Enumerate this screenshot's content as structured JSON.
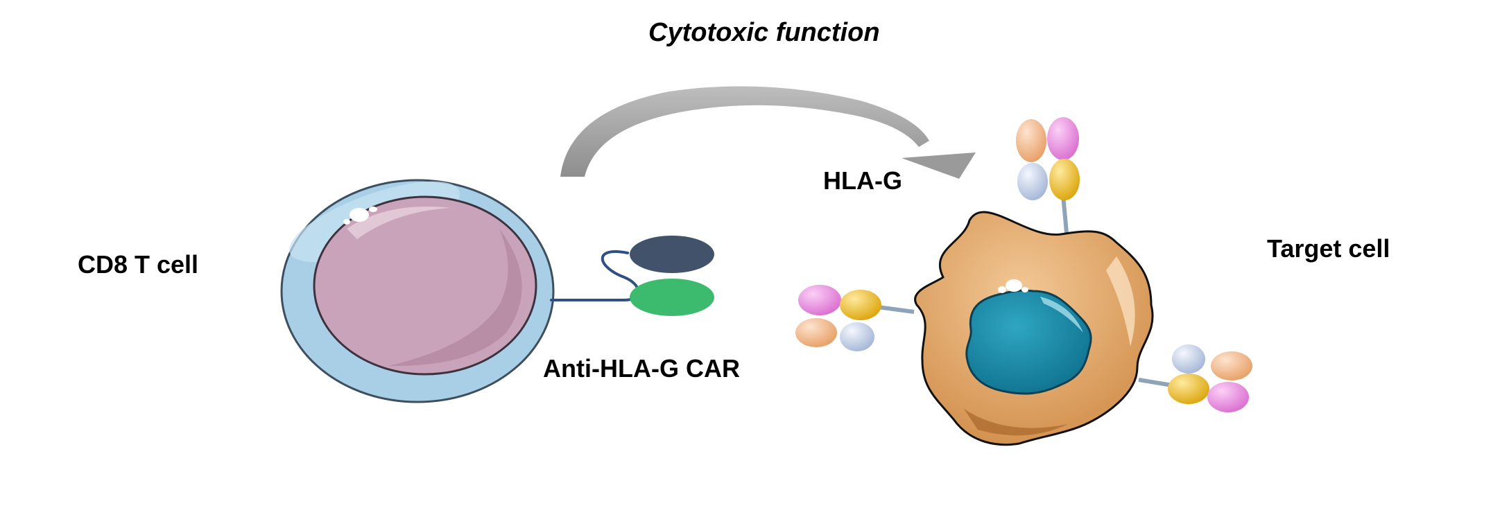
{
  "title": "Cytotoxic function",
  "labels": {
    "cd8_t_cell": "CD8 T cell",
    "anti_hla_g_car": "Anti-HLA-G CAR",
    "hla_g": "HLA-G",
    "target_cell": "Target cell"
  },
  "colors": {
    "t_cell_membrane": "#a8cfe6",
    "t_cell_nucleus": "#c9a3b9",
    "car_upper_domain": "#42526a",
    "car_lower_domain": "#3cbb6e",
    "car_linker": "#2f4f85",
    "arrow": "#a5a5a5",
    "target_cytoplasm": "#e1a466",
    "target_nucleus": "#1a8aa6",
    "hla_orange": "#edb185",
    "hla_pink": "#ec8fe2",
    "hla_blue": "#c7d4ec",
    "hla_yellow": "#f5c30f"
  }
}
